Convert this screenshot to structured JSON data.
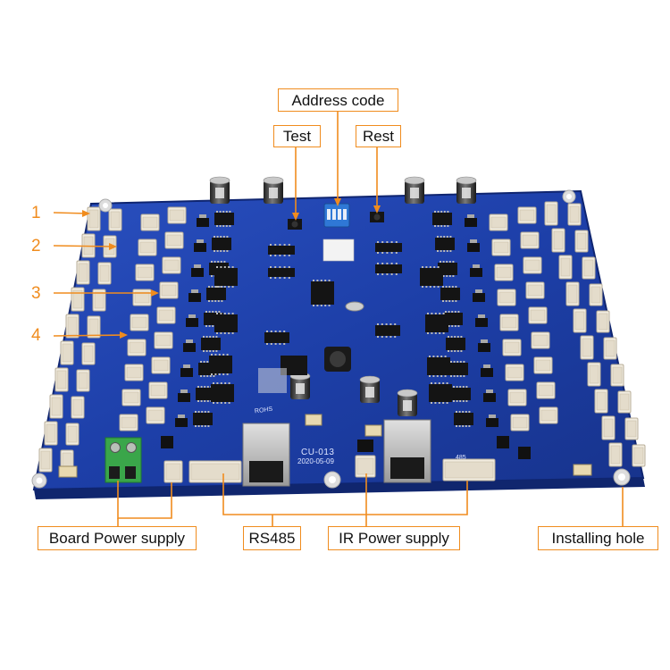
{
  "accent_color": "#f08c1e",
  "board_color": "#1d3fa8",
  "callouts": {
    "address_code": "Address code",
    "test": "Test",
    "rest": "Rest",
    "board_power_supply": "Board Power supply",
    "rs485": "RS485",
    "ir_power_supply": "IR Power supply",
    "installing_hole": "Installing hole"
  },
  "side_numbers": [
    "1",
    "2",
    "3",
    "4"
  ],
  "board_print": {
    "model": "CU-013",
    "date": "2020-05-09",
    "rohs": "ROHS",
    "port_label": "485"
  }
}
